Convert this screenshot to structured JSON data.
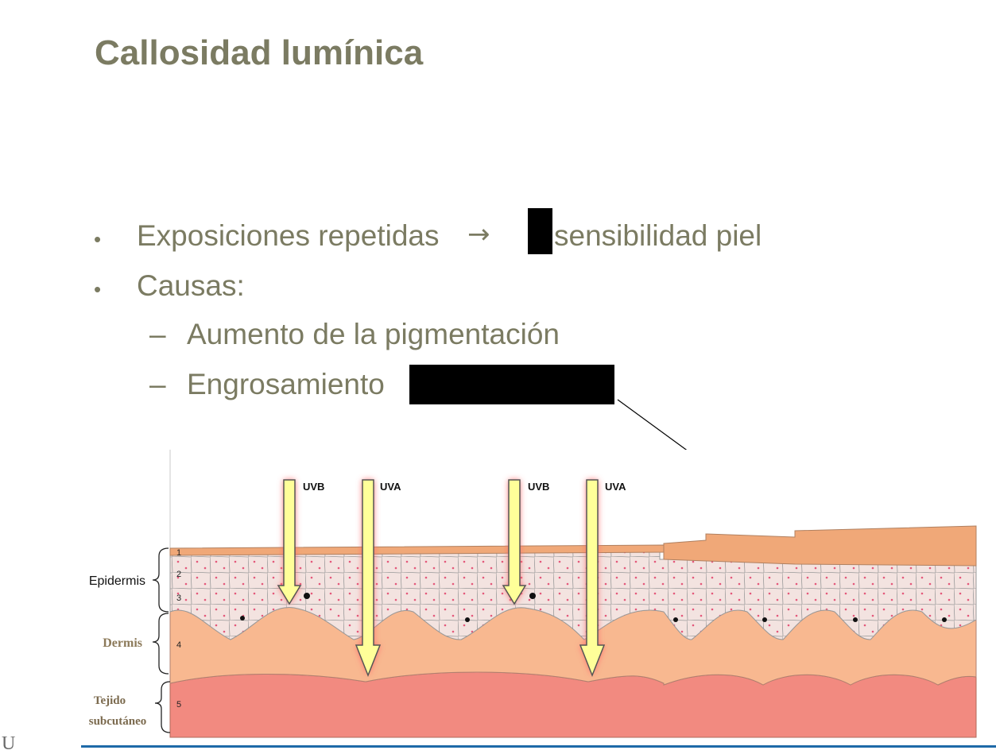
{
  "slide": {
    "title": "Callosidad lumínica",
    "bullets": [
      {
        "marker": "•",
        "text": "Exposiciones repetidas",
        "arrow": "→",
        "text_after": "sensibilidad piel"
      },
      {
        "marker": "•",
        "text": "Causas:"
      }
    ],
    "sub_bullets": [
      {
        "marker": "–",
        "text": "Aumento de la pigmentación"
      },
      {
        "marker": "–",
        "text": "Engrosamiento"
      }
    ]
  },
  "diagram": {
    "layer_labels": {
      "epidermis": "Epidermis",
      "dermis": "Dermis",
      "subcutaneous_line1": "Tejido",
      "subcutaneous_line2": "subcutáneo"
    },
    "layer_numbers": [
      "1",
      "2",
      "3",
      "4",
      "5"
    ],
    "rays": [
      "UVB",
      "UVA",
      "UVB",
      "UVA"
    ],
    "colors": {
      "stratum_corneum": "#f0a878",
      "epidermis": "#f3e3e0",
      "dermis": "#f8b890",
      "subcutaneous": "#f28a80",
      "ray_fill": "#ffff99",
      "ray_glow": "#ff6a6a",
      "text_gray": "#7b7b62",
      "dermis_label": "#8c7a5a"
    }
  },
  "footer": {
    "corner_fragment": "U"
  }
}
